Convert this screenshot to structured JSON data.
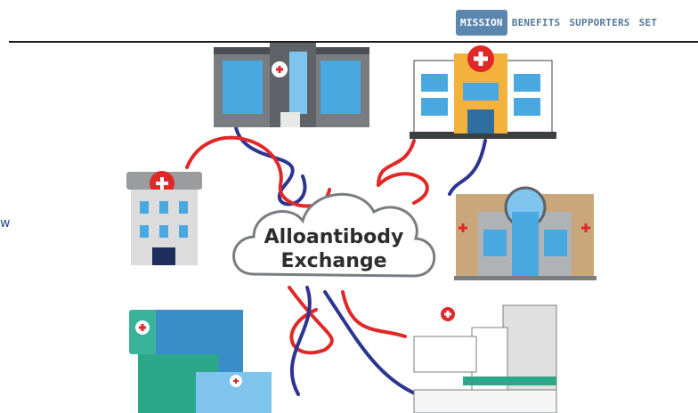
{
  "nav": {
    "items": [
      {
        "label": "MISSION",
        "active": true
      },
      {
        "label": "BENEFITS",
        "active": false
      },
      {
        "label": "SUPPORTERS",
        "active": false
      },
      {
        "label": "SET",
        "active": false
      }
    ]
  },
  "sidebar_fragment": "w",
  "hero": {
    "cloud_line1": "Alloantibody",
    "cloud_line2": "Exchange",
    "icons": [
      "hospital-building-icon",
      "cloud-icon",
      "network-cable-icon"
    ]
  },
  "colors": {
    "nav_active_bg": "#5b87ae",
    "nav_text": "#557a9c",
    "cable_red": "#e02828",
    "cable_blue": "#2c3590",
    "building_blue": "#4aa8e0"
  }
}
